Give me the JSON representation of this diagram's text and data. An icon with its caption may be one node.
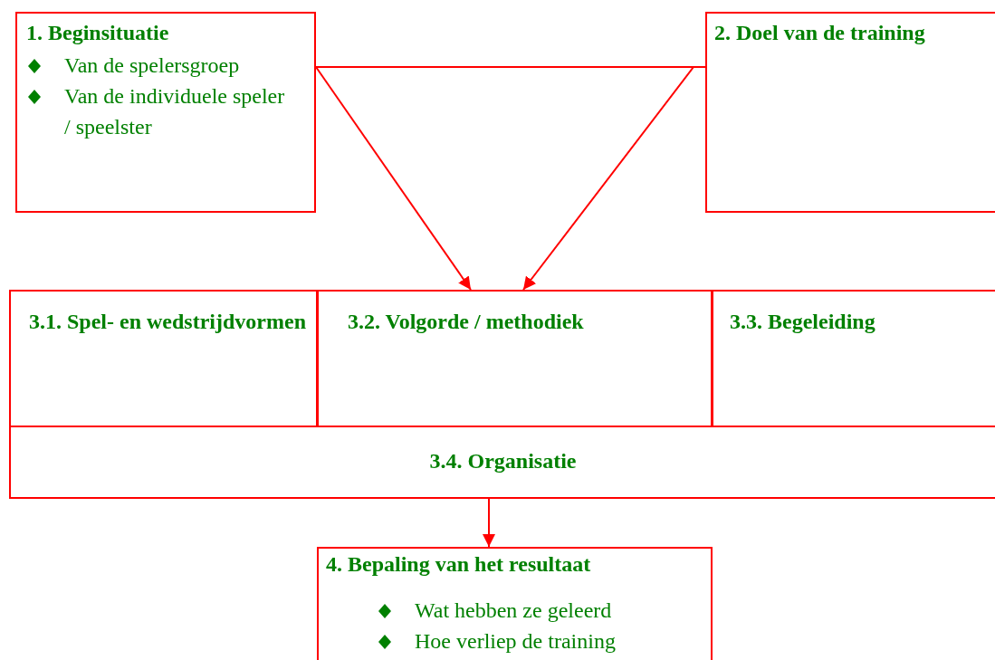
{
  "diagram": {
    "nodes": [
      {
        "text": [
          "1. Beginsituatie",
          "Van de spelersgroep",
          "Van de individuele speler / speelster"
        ]
      },
      {
        "text": [
          "2. Doel van de training"
        ]
      },
      {
        "text": [
          "3.1. Spel- en wedstrijdvormen"
        ]
      },
      {
        "text": [
          "3.2. Volgorde / methodiek"
        ]
      },
      {
        "text": [
          "3.3. Begeleiding"
        ]
      },
      {
        "text": [
          "3.4. Organisatie"
        ]
      },
      {
        "text": [
          "4. Bepaling van het resultaat",
          "Wat hebben ze geleerd",
          "Hoe verliep de training"
        ]
      }
    ],
    "edges": [
      {
        "from": 0,
        "to": 1,
        "arrow": "none"
      },
      {
        "from": 0,
        "to": 3,
        "arrow": "to"
      },
      {
        "from": 1,
        "to": 3,
        "arrow": "to"
      },
      {
        "from": 5,
        "to": 6,
        "arrow": "to"
      }
    ]
  }
}
